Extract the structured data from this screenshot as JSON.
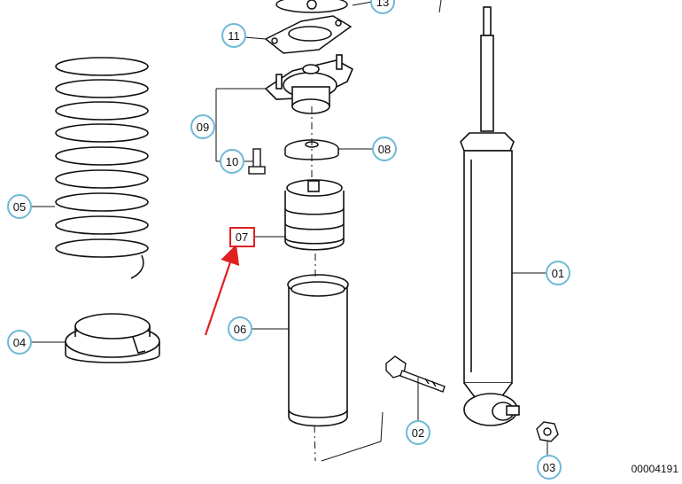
{
  "callouts": {
    "c01": "01",
    "c02": "02",
    "c03": "03",
    "c04": "04",
    "c05": "05",
    "c06": "06",
    "c07": "07",
    "c08": "08",
    "c09": "09",
    "c10": "10",
    "c11": "11",
    "c13": "13"
  },
  "drawing_number": "00004191",
  "colors": {
    "callout_ring": "#6fb9d6",
    "highlight": "#e02020",
    "line": "#111111"
  }
}
